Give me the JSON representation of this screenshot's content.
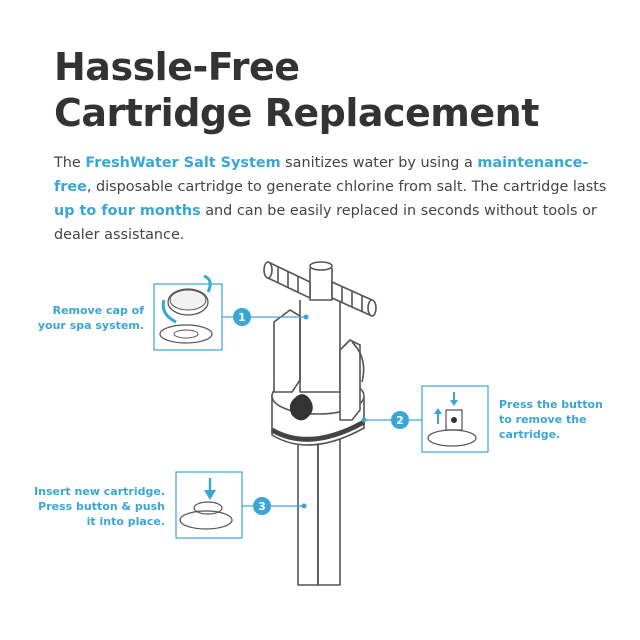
{
  "title": {
    "line1": "Hassle-Free",
    "line2": "Cartridge Replacement"
  },
  "intro": {
    "t1": "The ",
    "h1": "FreshWater Salt System",
    "t2": " sanitizes water by using a ",
    "h2": "maintenance-free",
    "t3": ", disposable cartridge to generate chlorine from salt. The cartridge lasts ",
    "h3": "up to four months",
    "t4": " and can be easily replaced in seconds without tools or dealer assistance."
  },
  "steps": [
    {
      "number": "1",
      "lines": [
        "Remove cap of",
        "your spa system."
      ]
    },
    {
      "number": "2",
      "lines": [
        "Press the button",
        "to remove the",
        "cartridge."
      ]
    },
    {
      "number": "3",
      "lines": [
        "Insert new cartridge.",
        "Press button & push",
        "it into place."
      ]
    }
  ],
  "colors": {
    "accent": "#3aa6d6",
    "text": "#333333",
    "line": "#555555"
  }
}
